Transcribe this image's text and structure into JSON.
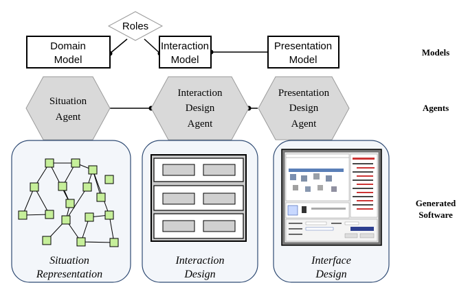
{
  "roles": "Roles",
  "models": {
    "domain": [
      "Domain",
      "Model"
    ],
    "interaction": [
      "Interaction",
      "Model"
    ],
    "presentation": [
      "Presentation",
      "Model"
    ]
  },
  "agents": {
    "situation": [
      "Situation",
      "Agent"
    ],
    "interaction_design": [
      "Interaction",
      "Design",
      "Agent"
    ],
    "presentation_design": [
      "Presentation",
      "Design",
      "Agent"
    ]
  },
  "outputs": {
    "situation": [
      "Situation",
      "Representation"
    ],
    "interaction": [
      "Interaction",
      "Design"
    ],
    "interface": [
      "Interface",
      "Design"
    ]
  },
  "row_labels": {
    "models": "Models",
    "agents": "Agents",
    "software": [
      "Generated",
      "Software"
    ]
  }
}
